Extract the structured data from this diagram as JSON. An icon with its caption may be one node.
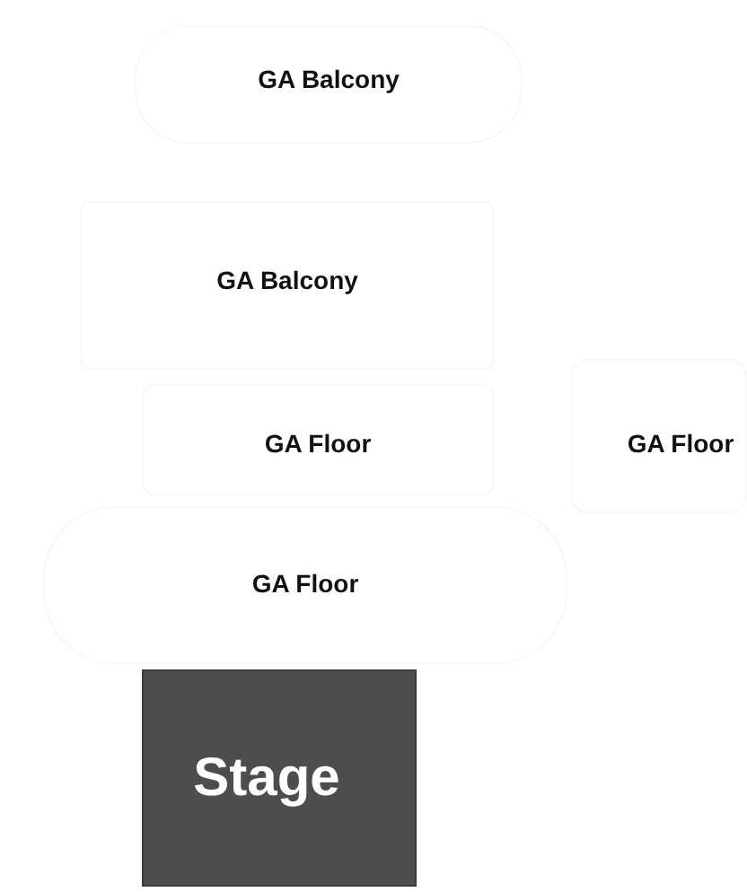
{
  "diagram": {
    "nodes": [
      {
        "text": [
          "GA Balcony"
        ]
      },
      {
        "text": [
          "GA Balcony"
        ]
      },
      {
        "text": [
          "GA Floor"
        ]
      },
      {
        "text": [
          "GA Floor"
        ]
      },
      {
        "text": [
          "GA Floor"
        ]
      },
      {
        "text": [
          "Stage"
        ]
      }
    ]
  }
}
